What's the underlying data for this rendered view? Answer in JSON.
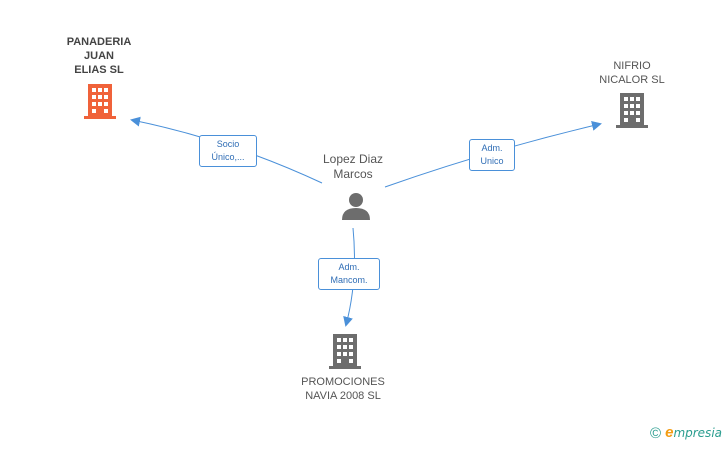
{
  "diagram": {
    "center": {
      "name_line1": "Lopez Diaz",
      "name_line2": "Marcos"
    },
    "companies": [
      {
        "id": "panaderia",
        "lines": [
          "PANADERIA",
          "JUAN",
          "ELIAS SL"
        ],
        "color": "#f0623a",
        "highlight": true
      },
      {
        "id": "nifrio",
        "lines": [
          "NIFRIO",
          "NICALOR SL"
        ],
        "color": "#6d6d6d",
        "highlight": false
      },
      {
        "id": "promociones",
        "lines": [
          "PROMOCIONES",
          "NAVIA 2008 SL"
        ],
        "color": "#6d6d6d",
        "highlight": false
      }
    ],
    "relations": [
      {
        "to": "panaderia",
        "lines": [
          "Socio",
          "Único,..."
        ]
      },
      {
        "to": "nifrio",
        "lines": [
          "Adm.",
          "Unico"
        ]
      },
      {
        "to": "promociones",
        "lines": [
          "Adm.",
          "Mancom."
        ]
      }
    ],
    "edge_color": "#4a90d9",
    "person_icon_color": "#6d6d6d"
  },
  "footer": {
    "copyright_symbol": "©",
    "brand_initial": "e",
    "brand_rest": "mpresia"
  }
}
